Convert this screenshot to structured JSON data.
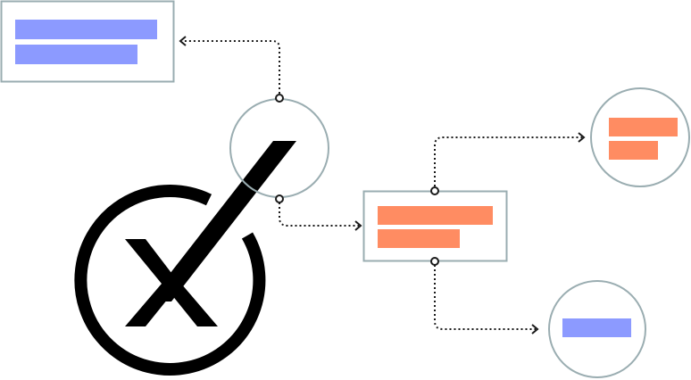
{
  "colors": {
    "stroke": "#9aadb1",
    "connector": "#1a1a1a",
    "logo": "#000000",
    "bar_blue": "#8c9aff",
    "bar_orange": "#ff8c62",
    "background": "#ffffff"
  },
  "logo": {
    "icon": "circle-x-checkmark-icon"
  },
  "diagram": {
    "nodes": [
      {
        "id": "top-left-box",
        "shape": "rectangle",
        "bars": [
          "blue",
          "blue"
        ]
      },
      {
        "id": "hub-circle",
        "shape": "circle",
        "bars": []
      },
      {
        "id": "center-box",
        "shape": "rectangle",
        "bars": [
          "orange",
          "orange"
        ]
      },
      {
        "id": "top-right-circle",
        "shape": "circle",
        "bars": [
          "orange",
          "orange"
        ]
      },
      {
        "id": "bottom-right-circle",
        "shape": "circle",
        "bars": [
          "blue"
        ]
      }
    ],
    "edges": [
      {
        "from": "hub-circle",
        "to": "top-left-box",
        "style": "dotted",
        "arrow": "open"
      },
      {
        "from": "hub-circle",
        "to": "center-box",
        "style": "dotted",
        "arrow": "open"
      },
      {
        "from": "center-box",
        "to": "top-right-circle",
        "style": "dotted",
        "arrow": "open"
      },
      {
        "from": "center-box",
        "to": "bottom-right-circle",
        "style": "dotted",
        "arrow": "open"
      }
    ]
  }
}
